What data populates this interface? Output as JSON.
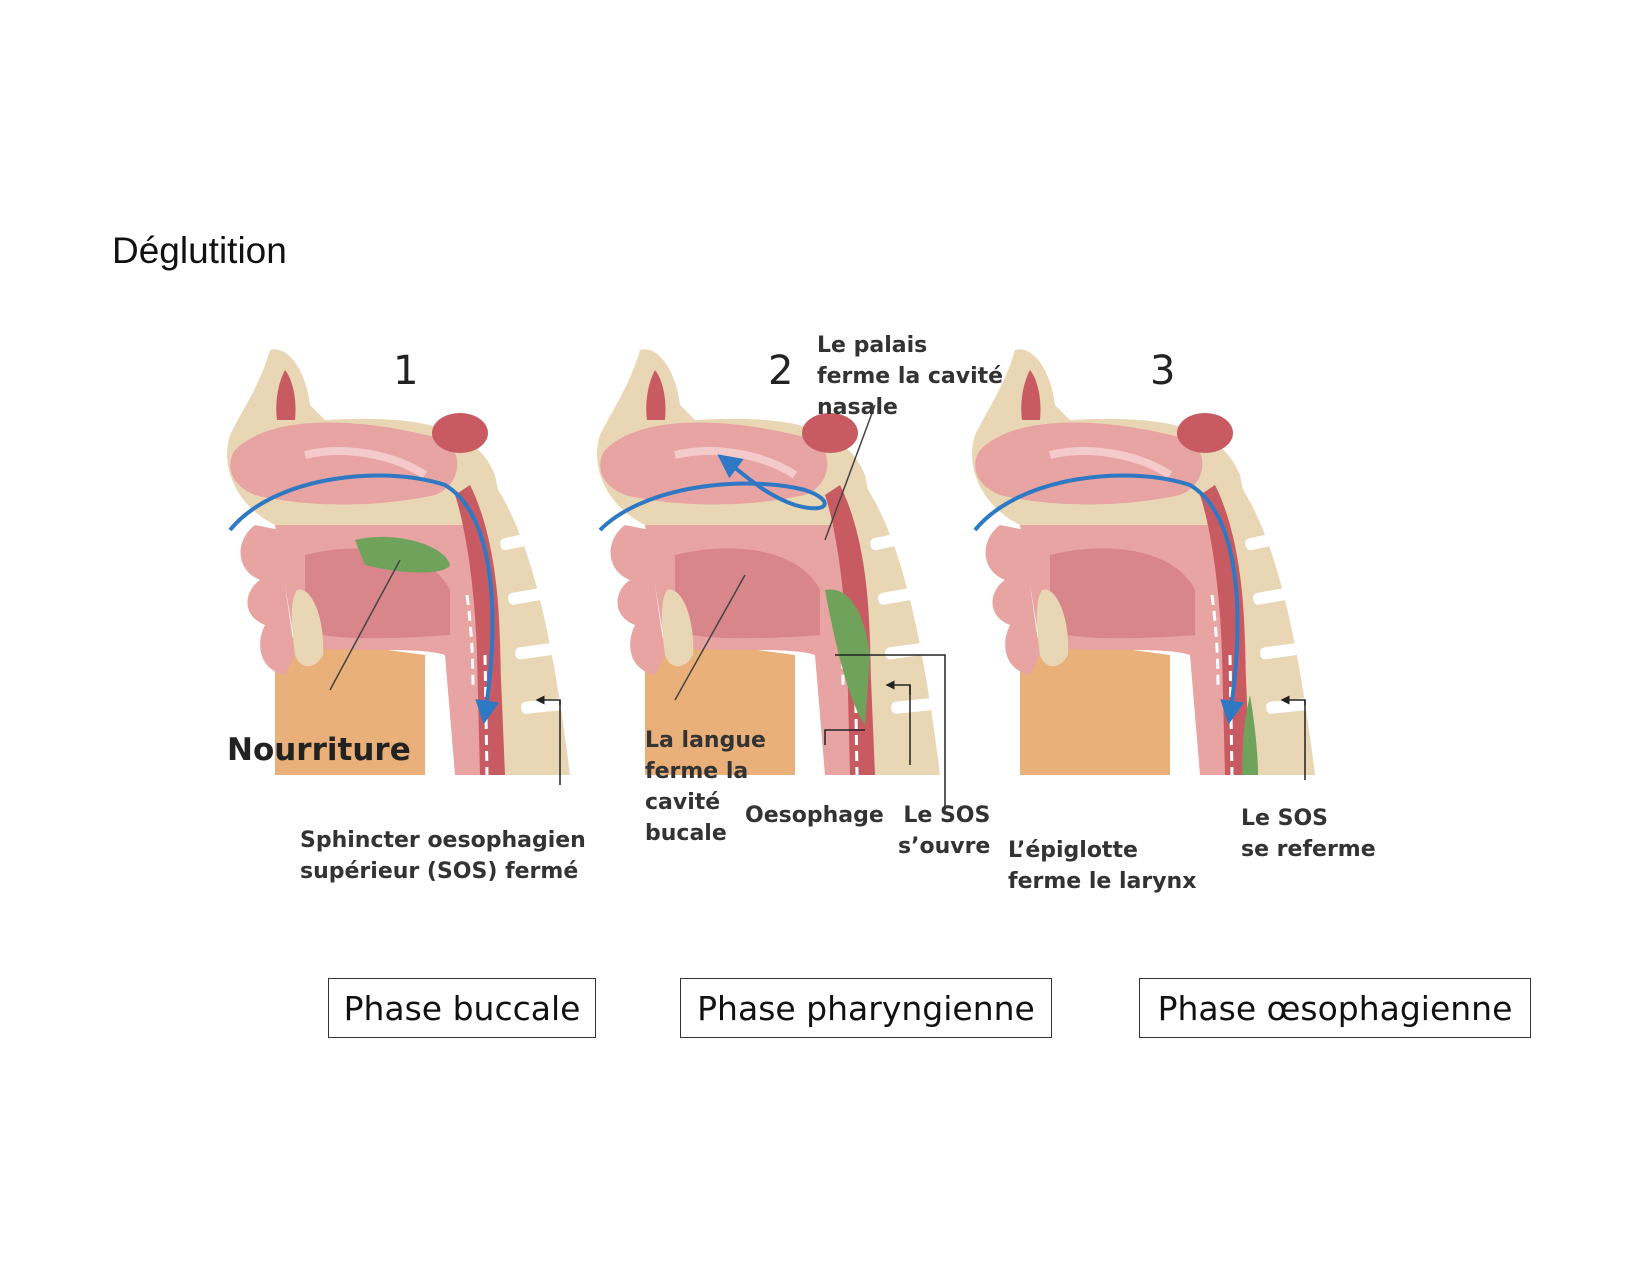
{
  "page": {
    "title": "Déglutition"
  },
  "stages": [
    {
      "number": "1"
    },
    {
      "number": "2"
    },
    {
      "number": "3"
    }
  ],
  "labels": {
    "nourriture": "Nourriture",
    "sos_closed": [
      "Sphincter oesophagien",
      "supérieur (SOS) fermé"
    ],
    "palais": [
      "Le palais",
      "ferme la cavité",
      "nasale"
    ],
    "langue": [
      "La langue",
      "ferme la",
      "cavité",
      "bucale"
    ],
    "oesophage": "Oesophage",
    "sos_open": [
      "Le SOS",
      "s’ouvre"
    ],
    "epiglotte": [
      "L’épiglotte",
      "ferme le larynx"
    ],
    "sos_reclose": [
      "Le SOS",
      "se referme"
    ]
  },
  "phases": [
    {
      "label": "Phase buccale"
    },
    {
      "label": "Phase pharyngienne"
    },
    {
      "label": "Phase œsophagienne"
    }
  ],
  "colors": {
    "tissue": "#e8a3a3",
    "tissue_dark": "#c85b62",
    "bone": "#e9d6b4",
    "food": "#6fa35c",
    "arrow": "#2f78c4",
    "skin": "#eab07a"
  }
}
